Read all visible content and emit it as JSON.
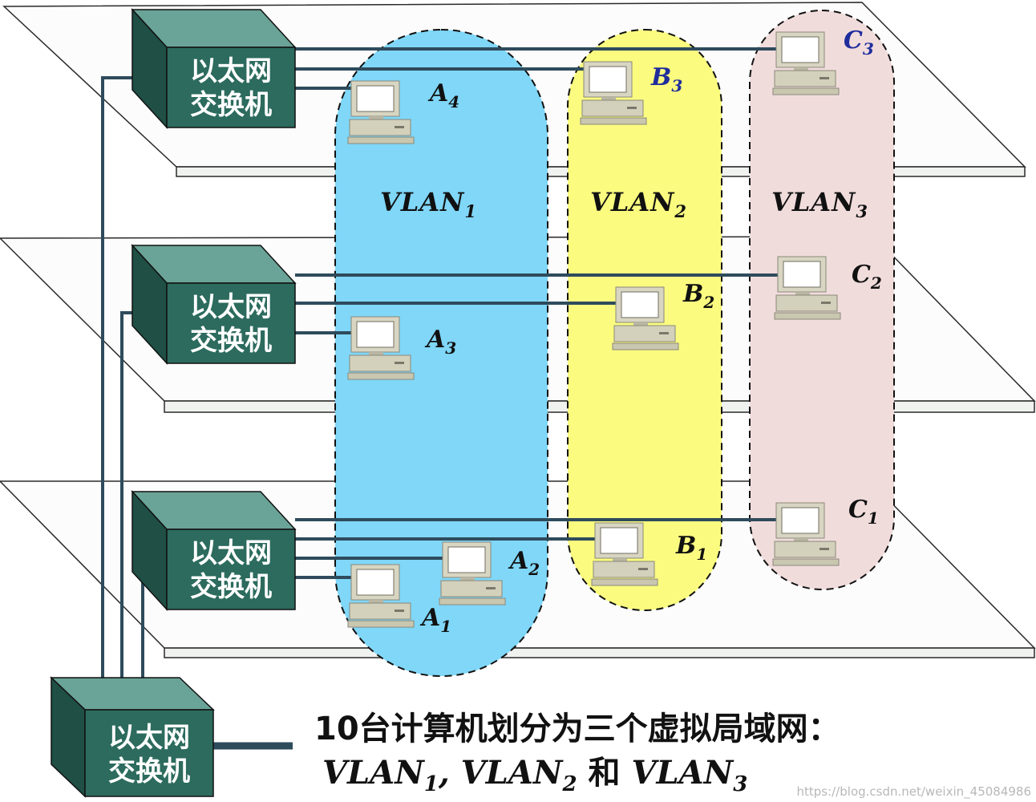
{
  "switch_label_line1": "以太网",
  "switch_label_line2": "交换机",
  "vlans": [
    {
      "base": "VLAN",
      "sub": "1"
    },
    {
      "base": "VLAN",
      "sub": "2"
    },
    {
      "base": "VLAN",
      "sub": "3"
    }
  ],
  "computers": {
    "A1": {
      "base": "A",
      "sub": "1"
    },
    "A2": {
      "base": "A",
      "sub": "2"
    },
    "A3": {
      "base": "A",
      "sub": "3"
    },
    "A4": {
      "base": "A",
      "sub": "4"
    },
    "B1": {
      "base": "B",
      "sub": "1"
    },
    "B2": {
      "base": "B",
      "sub": "2"
    },
    "B3": {
      "base": "B",
      "sub": "3"
    },
    "C1": {
      "base": "C",
      "sub": "1"
    },
    "C2": {
      "base": "C",
      "sub": "2"
    },
    "C3": {
      "base": "C",
      "sub": "3"
    }
  },
  "caption": {
    "line1": "10台计算机划分为三个虚拟局域网：",
    "line2": [
      {
        "base": "VLAN",
        "sub": "1"
      },
      {
        "sep": ", "
      },
      {
        "base": "VLAN",
        "sub": "2"
      },
      {
        "sep": " 和 "
      },
      {
        "base": "VLAN",
        "sub": "3"
      }
    ]
  },
  "watermark": "https://blog.csdn.net/weixin_45084986",
  "colors": {
    "vlan1_fill": "#80d7f8",
    "vlan2_fill": "#fbfb80",
    "vlan3_fill": "#f1dcdc",
    "switch_front": "#2c6b5e",
    "switch_top": "#6aa397",
    "cable": "#2e4b5c",
    "label_blue": "#1f2d9c"
  }
}
